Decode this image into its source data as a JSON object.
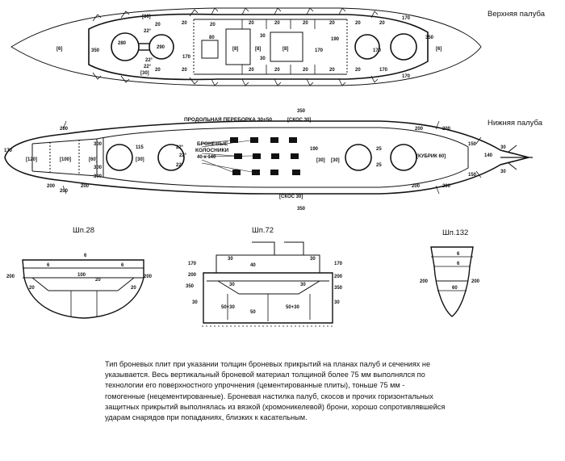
{
  "decks": {
    "upper": {
      "title": "Верхняя палуба",
      "labels": [
        "[30]",
        "22°",
        "280",
        "22°",
        "290",
        "80",
        "[8]",
        "170",
        "20",
        "20",
        "20",
        "20",
        "20",
        "20",
        "20",
        "20",
        "20",
        "170",
        "350",
        "[6]",
        "[6]",
        "350",
        "190",
        "30",
        "30",
        "[8]",
        "[8]",
        "170",
        "170",
        "[30]",
        "22°",
        "170",
        "20",
        "20",
        "20",
        "20",
        "20",
        "20",
        "20",
        "170"
      ]
    },
    "lower": {
      "title": "Нижняя палуба",
      "labels": [
        "350",
        "ПРОДОЛЬНАЯ ПЕРЕБОРКА 30+50",
        "[СКОС 30]",
        "200",
        "200",
        "200",
        "200",
        "170",
        "[120]",
        "[100]",
        "[60]",
        "115",
        "[30]",
        "22°",
        "22°",
        "22°",
        "БРОНЕВЫЕ",
        "КОЛОСНИКИ",
        "40 x 140",
        "300",
        "300",
        "300",
        "190",
        "[30]",
        "[30]",
        "25",
        "25",
        "[КУБРИК 60]",
        "140",
        "30",
        "30",
        "150",
        "150",
        "200",
        "200",
        "200",
        "200",
        "[СКОС 30]",
        "350"
      ]
    }
  },
  "sections": [
    {
      "title": "Шп.28",
      "labels": [
        "6",
        "6",
        "6",
        "200",
        "200",
        "100",
        "20",
        "20",
        "20"
      ]
    },
    {
      "title": "Шп.72",
      "labels": [
        "30",
        "170",
        "30",
        "40",
        "170",
        "200",
        "200",
        "350",
        "350",
        "30",
        "30",
        "30",
        "30",
        "50+30",
        "50",
        "50+30"
      ]
    },
    {
      "title": "Шп.132",
      "labels": [
        "6",
        "6",
        "200",
        "200",
        "60"
      ]
    }
  ],
  "caption": [
    "Тип броневых плит при указании толщин броневых прикрытий на планах палуб и сечениях не",
    "указывается. Весь вертикальный броневой материал толщиной более 75 мм выполнялся по",
    "технологии его поверхностного упрочнения (цементированные плиты), тоньше 75 мм -",
    "гомогенные (нецементированные). Броневая настилка палуб, скосов и прочих горизонтальных",
    "защитных прикрытий выполнялась из вязкой (хромоникелевой) брони, хорошо сопротивлявшейся",
    "ударам снарядов при попаданиях, близких к касательным."
  ]
}
